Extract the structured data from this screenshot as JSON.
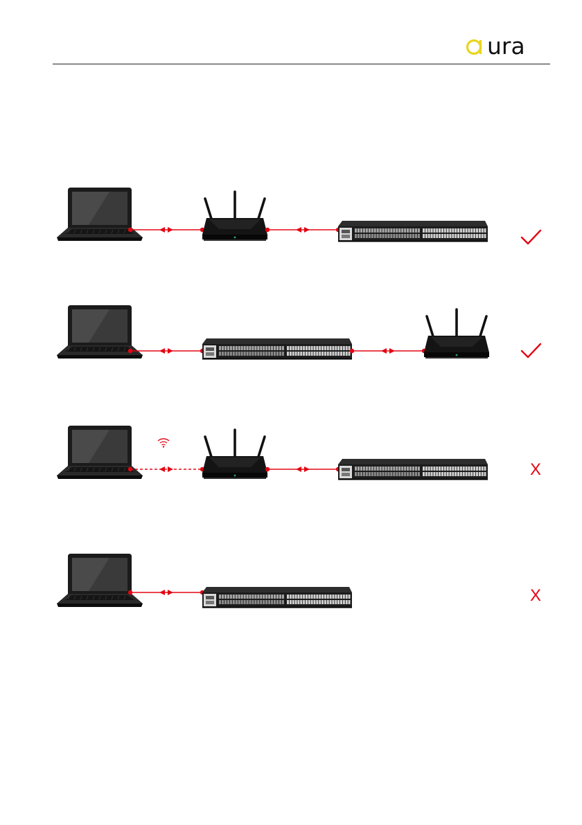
{
  "logo": {
    "text": "aura",
    "accent": "#e8d51c"
  },
  "colors": {
    "cable": "#e30613",
    "check": "#e30613",
    "cross": "#e30613"
  },
  "icons": {
    "laptop": "laptop-icon",
    "router": "wifi-router-icon",
    "switch": "network-switch-icon",
    "wifi": "wifi-signal-icon",
    "valid": "check-mark-icon",
    "invalid": "cross-mark-icon"
  },
  "rows": [
    {
      "devices": [
        "laptop",
        "router",
        "switch"
      ],
      "wireless": false,
      "result_text": "",
      "valid": true
    },
    {
      "devices": [
        "laptop",
        "switch",
        "router"
      ],
      "wireless": false,
      "result_text": "",
      "valid": true
    },
    {
      "devices": [
        "laptop",
        "router",
        "switch"
      ],
      "wireless": true,
      "result_text": "X",
      "valid": false
    },
    {
      "devices": [
        "laptop",
        "switch"
      ],
      "wireless": false,
      "result_text": "X",
      "valid": false
    }
  ]
}
